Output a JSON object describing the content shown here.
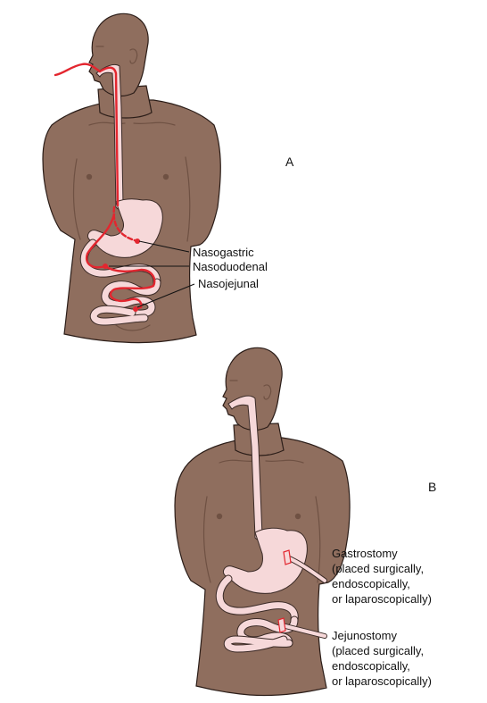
{
  "colors": {
    "skin": "#8f6e5e",
    "skin_shadow": "#6f5143",
    "outline": "#2b1d18",
    "organ": "#f6d8d9",
    "organ_outline": "#3a2a26",
    "tube": "#e3262f",
    "leader": "#111111"
  },
  "panel_a": {
    "label": "A",
    "labels": {
      "nasogastric": "Nasogastric",
      "nasoduodenal": "Nasoduodenal",
      "nasojejunal": "Nasojejunal"
    }
  },
  "panel_b": {
    "label": "B",
    "gastrostomy": {
      "title": "Gastrostomy",
      "line1": "(placed surgically,",
      "line2": "endoscopically,",
      "line3": "or laparoscopically)"
    },
    "jejunostomy": {
      "title": "Jejunostomy",
      "line1": "(placed surgically,",
      "line2": "endoscopically,",
      "line3": "or laparoscopically)"
    }
  }
}
